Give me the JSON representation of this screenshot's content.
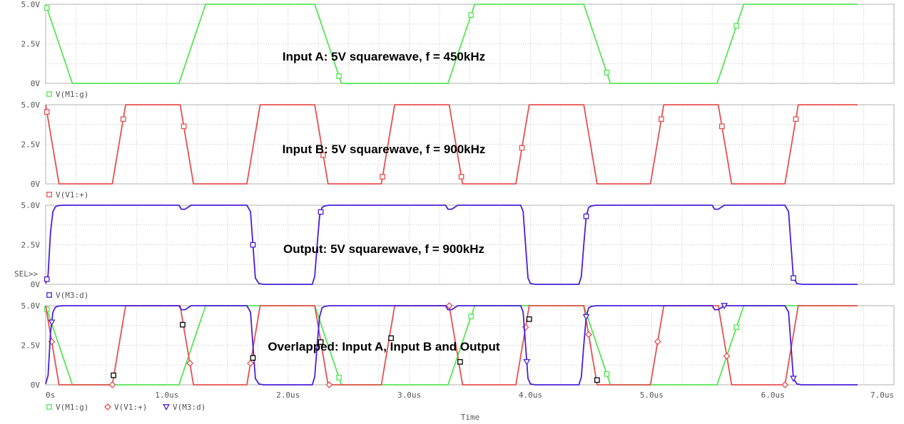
{
  "x_axis": {
    "label": "Time",
    "ticks": [
      "0s",
      "1.0us",
      "2.0us",
      "3.0us",
      "4.0us",
      "5.0us",
      "6.0us",
      "7.0us"
    ]
  },
  "sel_marker": "SEL>>",
  "colors": {
    "green": "#55e655",
    "red": "#e65050",
    "blue": "#4a1fd6"
  },
  "chart_data": [
    {
      "type": "line",
      "title": "Input A: 5V squarewave, f = 450kHz",
      "y_ticks": [
        "5.0V",
        "2.5V",
        "0V"
      ],
      "ylim": [
        0,
        5
      ],
      "xlim": [
        0,
        7.0
      ],
      "legend": [
        {
          "marker": "square",
          "name": "V(M1:g)",
          "color": "#55e655"
        }
      ],
      "series": [
        {
          "name": "V(M1:g)",
          "color": "#55e655",
          "marker": "square",
          "x": [
            0,
            0.22,
            1.1,
            1.32,
            2.22,
            2.44,
            3.32,
            3.54,
            4.44,
            4.66,
            5.54,
            5.76,
            6.7
          ],
          "y": [
            5,
            0,
            0,
            5,
            5,
            0,
            0,
            5,
            5,
            0,
            0,
            5,
            5
          ],
          "markers_x": [
            0.01,
            2.42,
            3.51,
            4.63,
            5.7
          ]
        }
      ]
    },
    {
      "type": "line",
      "title": "Input B: 5V squarewave, f = 900kHz",
      "y_ticks": [
        "5.0V",
        "2.5V",
        "0V"
      ],
      "ylim": [
        0,
        5
      ],
      "xlim": [
        0,
        7.0
      ],
      "legend": [
        {
          "marker": "square",
          "name": "V(V1:+)",
          "color": "#e65050"
        }
      ],
      "series": [
        {
          "name": "V(V1:+)",
          "color": "#e65050",
          "marker": "square",
          "x": [
            0,
            0.11,
            0.55,
            0.66,
            1.11,
            1.22,
            1.66,
            1.77,
            2.22,
            2.33,
            2.77,
            2.88,
            3.33,
            3.44,
            3.88,
            3.99,
            4.44,
            4.55,
            4.99,
            5.1,
            5.55,
            5.66,
            6.1,
            6.21,
            6.7
          ],
          "y": [
            5,
            0,
            0,
            5,
            5,
            0,
            0,
            5,
            5,
            0,
            0,
            5,
            5,
            0,
            0,
            5,
            5,
            0,
            0,
            5,
            5,
            0,
            0,
            5,
            5
          ],
          "markers_x": [
            0.01,
            0.64,
            1.14,
            2.29,
            2.78,
            3.43,
            3.93,
            5.08,
            5.58,
            6.19
          ]
        }
      ]
    },
    {
      "type": "line",
      "title": "Output: 5V squarewave, f = 900kHz",
      "y_ticks": [
        "5.0V",
        "2.5V",
        "0V"
      ],
      "ylim": [
        0,
        5
      ],
      "xlim": [
        0,
        7.0
      ],
      "legend": [
        {
          "marker": "square",
          "name": "V(M3:d)",
          "color": "#4a1fd6"
        }
      ],
      "series": [
        {
          "name": "V(M3:d)",
          "color": "#4a1fd6",
          "marker": "square",
          "x": [
            0,
            0.02,
            0.04,
            0.06,
            0.08,
            0.1,
            0.14,
            1.1,
            1.12,
            1.15,
            1.2,
            1.66,
            1.69,
            1.71,
            1.73,
            1.76,
            1.8,
            2.2,
            2.22,
            2.24,
            2.26,
            2.28,
            2.3,
            2.34,
            3.3,
            3.32,
            3.35,
            3.4,
            3.92,
            3.94,
            3.96,
            3.98,
            4.0,
            4.04,
            4.4,
            4.42,
            4.44,
            4.46,
            4.48,
            4.5,
            4.54,
            5.5,
            5.52,
            5.55,
            5.6,
            6.1,
            6.13,
            6.15,
            6.17,
            6.2,
            6.24,
            6.7
          ],
          "y": [
            0.05,
            0.6,
            3.3,
            4.6,
            4.9,
            4.97,
            5,
            5,
            4.75,
            4.75,
            5,
            5,
            4.6,
            2.5,
            0.4,
            0.05,
            0,
            0,
            0.5,
            2.5,
            4.3,
            4.85,
            4.95,
            5,
            5,
            4.75,
            4.75,
            5,
            5,
            4.6,
            2.5,
            0.4,
            0.05,
            0,
            0,
            0.5,
            2.5,
            4.3,
            4.85,
            4.95,
            5,
            5,
            4.75,
            4.75,
            5,
            5,
            4.6,
            2.5,
            0.4,
            0.05,
            0,
            0
          ],
          "markers_x": [
            0.01,
            1.71,
            2.27,
            4.46,
            6.17
          ]
        }
      ]
    },
    {
      "type": "line",
      "title": "Overlapped: Input A, Input B and Output",
      "y_ticks": [
        "5.0V",
        "2.5V",
        "0V"
      ],
      "ylim": [
        0,
        5
      ],
      "xlim": [
        0,
        7.0
      ],
      "legend": [
        {
          "marker": "square",
          "name": "V(M1:g)",
          "color": "#55e655"
        },
        {
          "marker": "diamond",
          "name": "V(V1:+)",
          "color": "#e65050"
        },
        {
          "marker": "triangle",
          "name": "V(M3:d)",
          "color": "#4a1fd6"
        }
      ],
      "series": [
        {
          "name": "V(M1:g)",
          "color": "#55e655",
          "marker": "square",
          "x": [
            0,
            0.22,
            1.1,
            1.32,
            2.22,
            2.44,
            3.32,
            3.54,
            4.44,
            4.66,
            5.54,
            5.76,
            6.7
          ],
          "y": [
            5,
            0,
            0,
            5,
            5,
            0,
            0,
            5,
            5,
            0,
            0,
            5,
            5
          ],
          "markers_x": [
            0.01,
            2.42,
            3.51,
            4.63,
            5.7
          ]
        },
        {
          "name": "V(V1:+)",
          "color": "#e65050",
          "marker": "diamond",
          "x": [
            0,
            0.11,
            0.55,
            0.66,
            1.11,
            1.22,
            1.66,
            1.77,
            2.22,
            2.33,
            2.77,
            2.88,
            3.33,
            3.44,
            3.88,
            3.99,
            4.44,
            4.55,
            4.99,
            5.1,
            5.55,
            5.66,
            6.1,
            6.21,
            6.7
          ],
          "y": [
            5,
            0,
            0,
            5,
            5,
            0,
            0,
            5,
            5,
            0,
            0,
            5,
            5,
            0,
            0,
            5,
            5,
            0,
            0,
            5,
            5,
            0,
            0,
            5,
            5
          ],
          "markers_x": [
            0.05,
            0.55,
            1.19,
            1.69,
            2.34,
            3.33,
            3.96,
            4.48,
            5.05,
            5.62,
            6.1
          ]
        },
        {
          "name": "V(M3:d)",
          "color": "#4a1fd6",
          "marker": "triangle",
          "x": [
            0,
            0.02,
            0.04,
            0.06,
            0.08,
            0.1,
            0.14,
            1.1,
            1.12,
            1.15,
            1.2,
            1.66,
            1.69,
            1.71,
            1.73,
            1.76,
            1.8,
            2.2,
            2.22,
            2.24,
            2.26,
            2.28,
            2.3,
            2.34,
            3.3,
            3.32,
            3.35,
            3.4,
            3.92,
            3.94,
            3.96,
            3.98,
            4.0,
            4.04,
            4.4,
            4.42,
            4.44,
            4.46,
            4.48,
            4.5,
            4.54,
            5.5,
            5.52,
            5.55,
            5.6,
            6.1,
            6.13,
            6.15,
            6.17,
            6.2,
            6.24,
            6.7
          ],
          "y": [
            0.05,
            0.6,
            3.3,
            4.6,
            4.9,
            4.97,
            5,
            5,
            4.75,
            4.75,
            5,
            5,
            4.6,
            2.5,
            0.4,
            0.05,
            0,
            0,
            0.5,
            2.5,
            4.3,
            4.85,
            4.95,
            5,
            5,
            4.75,
            4.75,
            5,
            5,
            4.6,
            2.5,
            0.4,
            0.05,
            0,
            0,
            0.5,
            2.5,
            4.3,
            4.85,
            4.95,
            5,
            5,
            4.75,
            4.75,
            5,
            5,
            4.6,
            2.5,
            0.4,
            0.05,
            0,
            0
          ],
          "markers_x": [
            0.05,
            3.97,
            4.46,
            5.6,
            6.17
          ]
        },
        {
          "name": "cursor",
          "color": "#000000",
          "marker": "square-open",
          "x": [
            0.56,
            1.13,
            1.71,
            2.27,
            2.85,
            3.42,
            3.99,
            4.55
          ],
          "y": [
            0.6,
            3.8,
            1.7,
            2.7,
            2.95,
            1.45,
            4.15,
            0.3
          ],
          "markers_only": true
        }
      ]
    }
  ]
}
